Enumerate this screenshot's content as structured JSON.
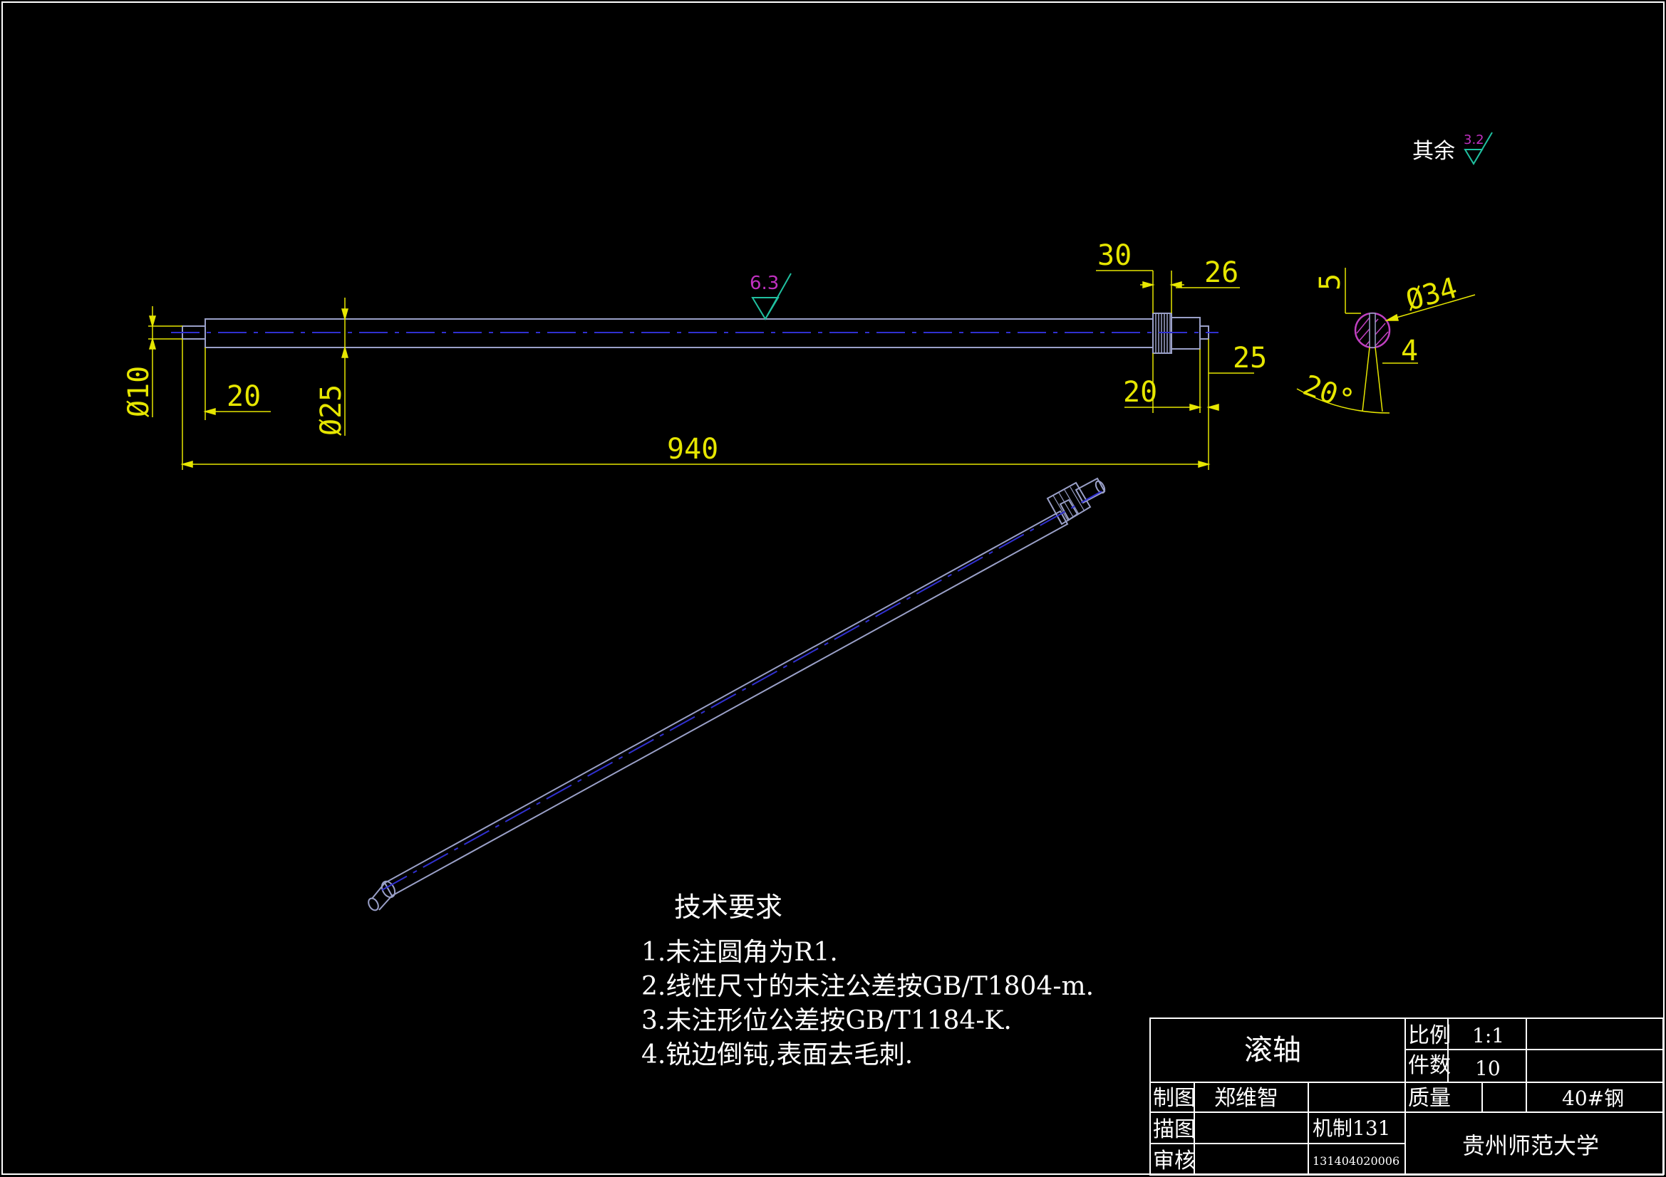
{
  "drawing": {
    "roughness_other_label": "其余",
    "roughness_other_value": "3.2",
    "roughness_main_value": "6.3",
    "dims": {
      "d10": "Ø10",
      "d25": "Ø25",
      "len20_left": "20",
      "len940": "940",
      "len30": "30",
      "len26": "26",
      "len25": "25",
      "len20_right": "20",
      "sec5": "5",
      "sec34": "Ø34",
      "sec4": "4",
      "sec20deg": "20°"
    }
  },
  "tech": {
    "title": "技术要求",
    "items": [
      "1.未注圆角为R1.",
      "2.线性尺寸的未注公差按GB/T1804-m.",
      "3.未注形位公差按GB/T1184-K.",
      "4.锐边倒钝,表面去毛刺."
    ]
  },
  "titleblock": {
    "part_name": "滚轴",
    "scale_label": "比例",
    "scale_value": "1:1",
    "qty_label": "件数",
    "qty_value": "10",
    "drawn_label": "制图",
    "drawn_name": "郑维智",
    "mass_label": "质量",
    "material": "40#钢",
    "trace_label": "描图",
    "class_name": "机制131",
    "check_label": "审核",
    "student_id": "131404020006",
    "school": "贵州师范大学"
  },
  "colors": {
    "background": "#000000",
    "outline": "#ffffff",
    "part": "#9aa0c8",
    "centerline": "#3030d0",
    "dimension": "#e6e600",
    "roughness_value": "#c030c0",
    "roughness_symbol": "#20c0a0",
    "hatch": "#c040c0"
  }
}
